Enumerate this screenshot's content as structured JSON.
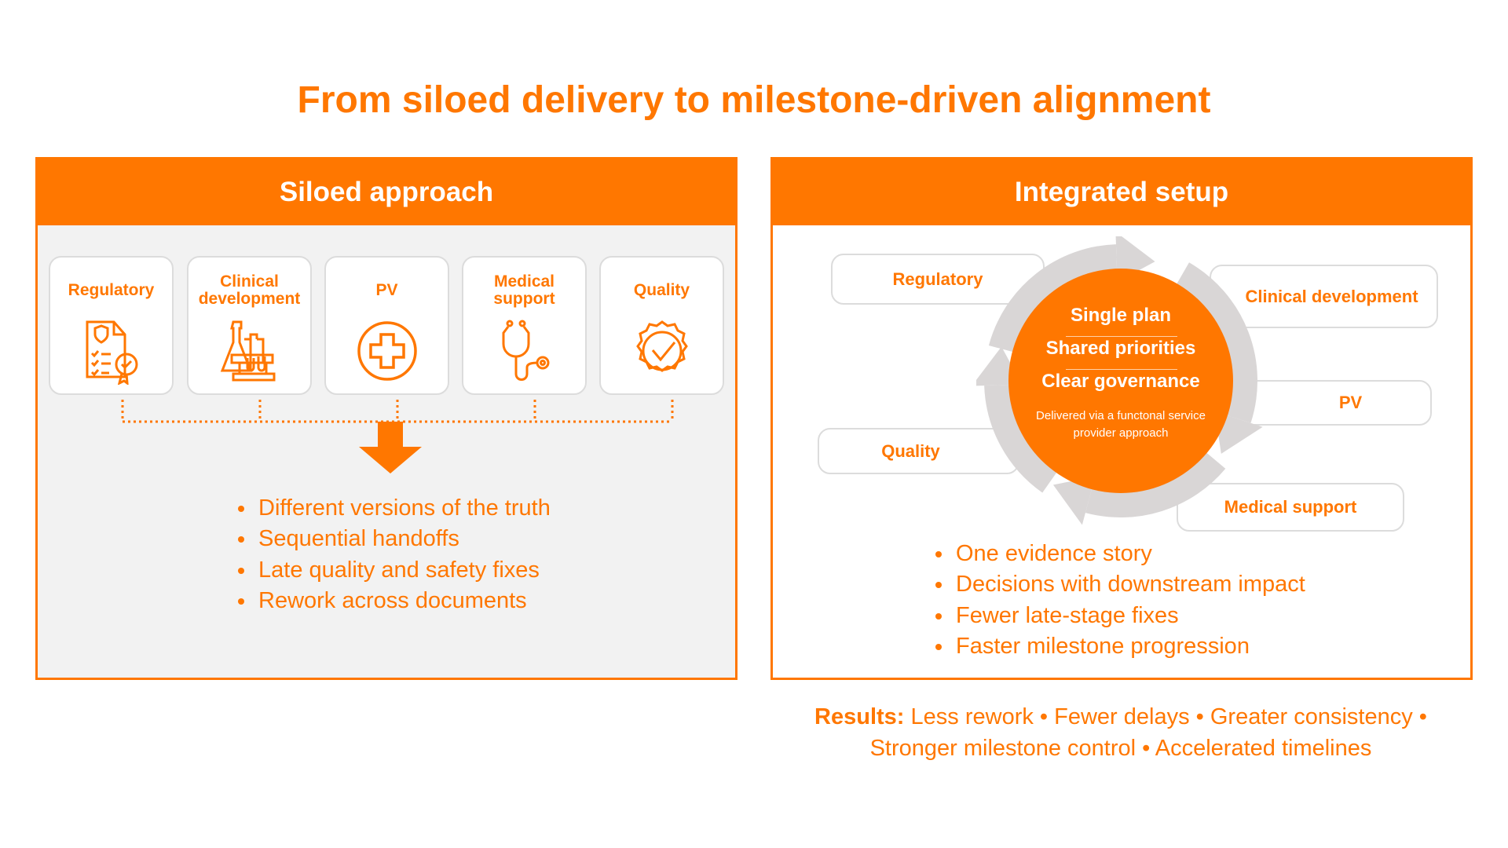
{
  "title": "From siloed delivery to milestone-driven alignment",
  "siloed": {
    "header": "Siloed approach",
    "cards": [
      {
        "label": "Regulatory",
        "icon": "document-shield-badge-icon"
      },
      {
        "label": "Clinical development",
        "icon": "lab-flask-tubes-icon"
      },
      {
        "label": "PV",
        "icon": "medical-cross-icon"
      },
      {
        "label": "Medical support",
        "icon": "stethoscope-icon"
      },
      {
        "label": "Quality",
        "icon": "quality-check-seal-icon"
      }
    ],
    "bullets": [
      "Different versions of the truth",
      "Sequential handoffs",
      "Late quality and safety fixes",
      "Rework across documents"
    ]
  },
  "integrated": {
    "header": "Integrated setup",
    "functions": {
      "regulatory": "Regulatory",
      "clinical": "Clinical development",
      "pv": "PV",
      "quality": "Quality",
      "medical": "Medical support"
    },
    "center": {
      "line1": "Single plan",
      "line2": "Shared priorities",
      "line3": "Clear governance",
      "note": "Delivered via a functonal service provider approach"
    },
    "bullets": [
      "One evidence story",
      "Decisions with downstream impact",
      "Fewer late-stage fixes",
      "Faster milestone progression"
    ]
  },
  "results": {
    "label": "Results:",
    "line1": "Less rework • Fewer delays • Greater consistency •",
    "line2": "Stronger milestone control • Accelerated timelines"
  },
  "colors": {
    "accent": "#FF7700",
    "panel_bg": "#F2F2F2",
    "ring": "#D9D6D6"
  }
}
